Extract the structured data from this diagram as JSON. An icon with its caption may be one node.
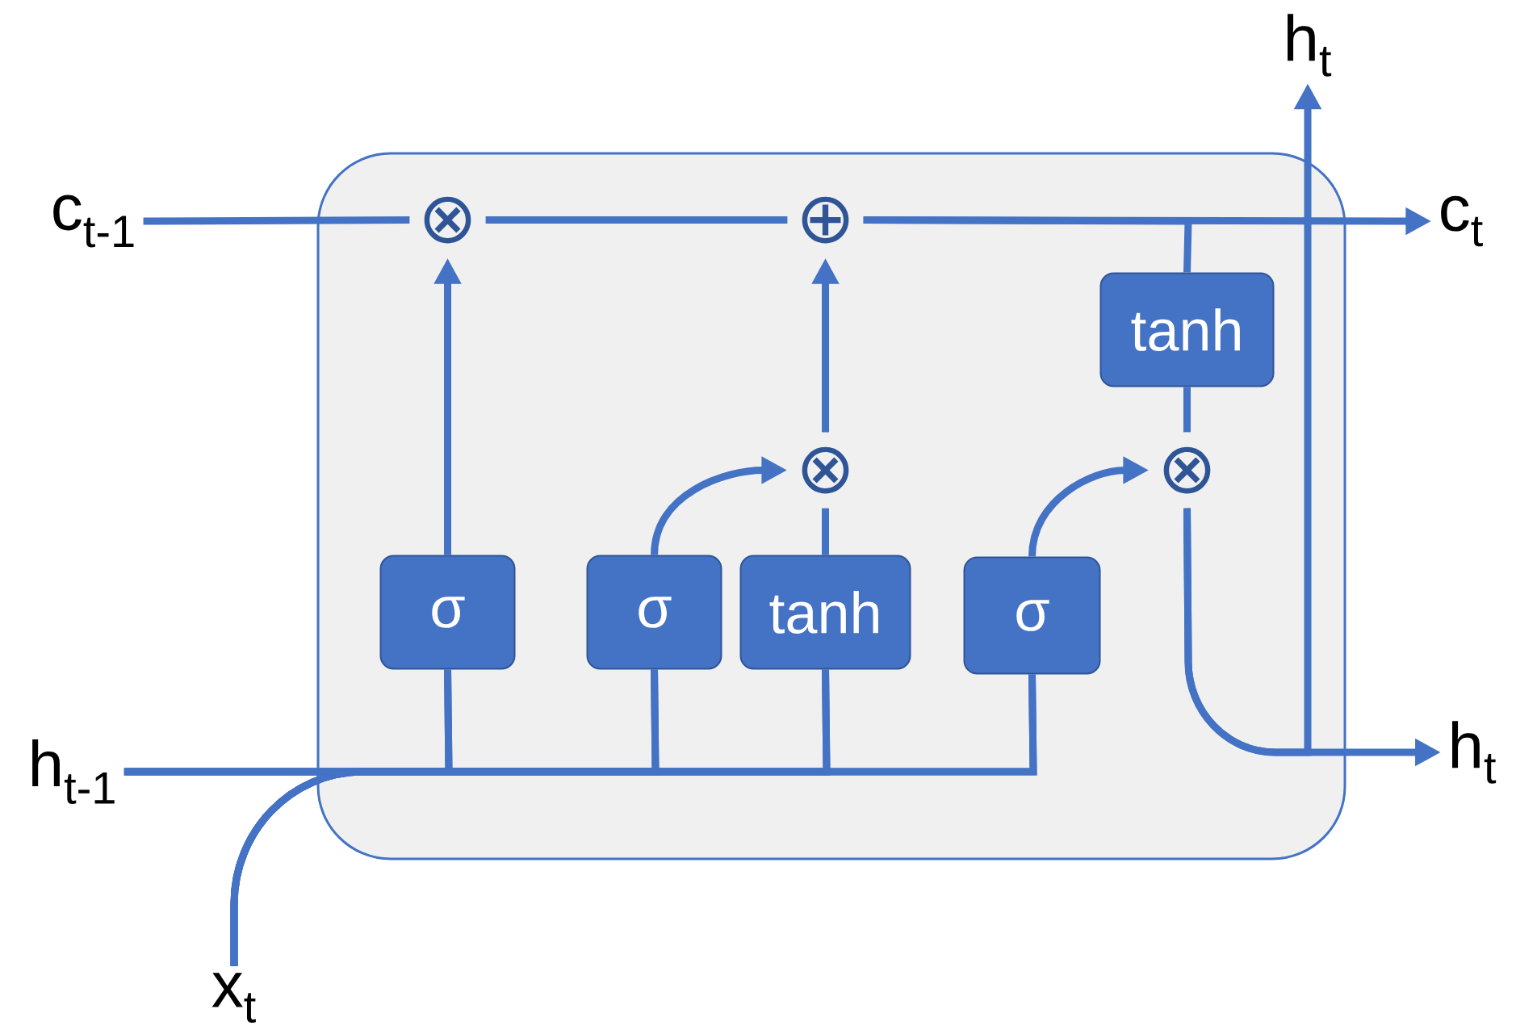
{
  "diagram": {
    "nodes": [
      {
        "text": [],
        "shape": "box"
      },
      {
        "text": [
          "c$_{t-1}$"
        ]
      },
      {
        "text": [
          "⊗"
        ],
        "in": 0
      },
      {
        "text": [
          "⊕"
        ],
        "in": 0
      },
      {
        "text": [
          "c$_{t}$"
        ]
      },
      {
        "text": [
          "tanh"
        ],
        "in": 0
      },
      {
        "text": [
          "⊗"
        ],
        "in": 0
      },
      {
        "text": [
          "⊗"
        ],
        "in": 0
      },
      {
        "text": [
          "σ"
        ],
        "in": 0
      },
      {
        "text": [
          "σ"
        ],
        "in": 0
      },
      {
        "text": [
          "tanh"
        ],
        "in": 0
      },
      {
        "text": [
          "σ"
        ],
        "in": 0
      },
      {
        "text": [
          "h$_{t-1}$"
        ]
      },
      {
        "text": [
          "x$_{t}$"
        ]
      },
      {
        "text": [
          "h$_{t}$"
        ]
      },
      {
        "text": [
          "h$_{t}$"
        ]
      }
    ],
    "edges": [
      {
        "from": 1,
        "to": 2,
        "arrow": "none"
      },
      {
        "from": 2,
        "to": 3,
        "arrow": "none"
      },
      {
        "from": 3,
        "to": 4,
        "arrow": "to"
      },
      {
        "from": 8,
        "to": 2,
        "arrow": "to"
      },
      {
        "from": 6,
        "to": 3,
        "arrow": "to"
      },
      {
        "from": 9,
        "to": 6,
        "arrow": "to"
      },
      {
        "from": 10,
        "to": 6,
        "arrow": "none"
      },
      {
        "from": 11,
        "to": 7,
        "arrow": "to"
      },
      {
        "from": 3,
        "to": 5,
        "arrow": "none"
      },
      {
        "from": 5,
        "to": 7,
        "arrow": "none"
      },
      {
        "from": 7,
        "to": 15,
        "arrow": "to"
      },
      {
        "from": 7,
        "to": 14,
        "arrow": "to"
      },
      {
        "from": 12,
        "to": 8,
        "arrow": "none"
      },
      {
        "from": 12,
        "to": 9,
        "arrow": "none"
      },
      {
        "from": 12,
        "to": 10,
        "arrow": "none"
      },
      {
        "from": 12,
        "to": 11,
        "arrow": "none"
      },
      {
        "from": 13,
        "to": 8,
        "arrow": "none"
      },
      {
        "from": 13,
        "to": 9,
        "arrow": "none"
      },
      {
        "from": 13,
        "to": 10,
        "arrow": "none"
      },
      {
        "from": 13,
        "to": 11,
        "arrow": "none"
      }
    ]
  }
}
